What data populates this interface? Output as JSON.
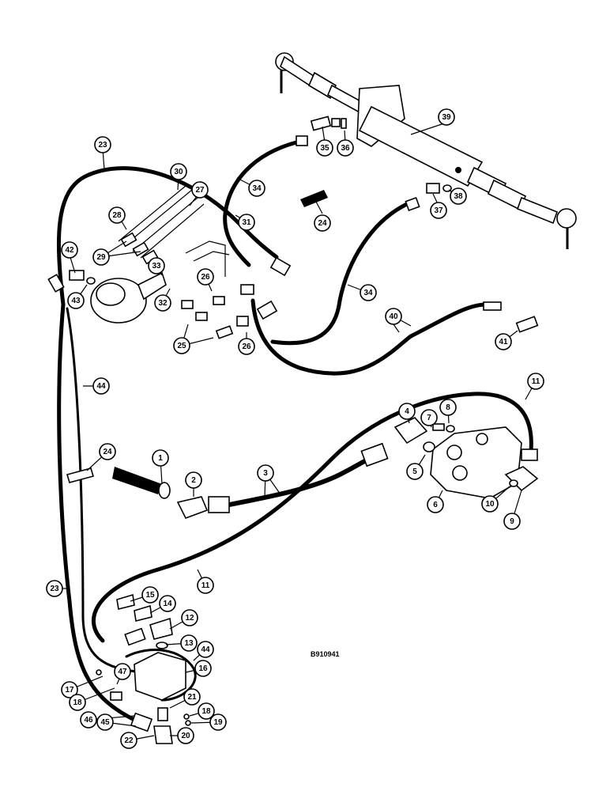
{
  "drawing": {
    "reference_code": "B910941"
  },
  "callouts": [
    {
      "id": "c1",
      "label": "1"
    },
    {
      "id": "c2",
      "label": "2"
    },
    {
      "id": "c3",
      "label": "3"
    },
    {
      "id": "c4",
      "label": "4"
    },
    {
      "id": "c5",
      "label": "5"
    },
    {
      "id": "c6",
      "label": "6"
    },
    {
      "id": "c7",
      "label": "7"
    },
    {
      "id": "c8",
      "label": "8"
    },
    {
      "id": "c9",
      "label": "9"
    },
    {
      "id": "c10",
      "label": "10"
    },
    {
      "id": "c11a",
      "label": "11"
    },
    {
      "id": "c11b",
      "label": "11"
    },
    {
      "id": "c12",
      "label": "12"
    },
    {
      "id": "c13",
      "label": "13"
    },
    {
      "id": "c14",
      "label": "14"
    },
    {
      "id": "c15",
      "label": "15"
    },
    {
      "id": "c16",
      "label": "16"
    },
    {
      "id": "c17",
      "label": "17"
    },
    {
      "id": "c18a",
      "label": "18"
    },
    {
      "id": "c18b",
      "label": "18"
    },
    {
      "id": "c19",
      "label": "19"
    },
    {
      "id": "c20",
      "label": "20"
    },
    {
      "id": "c21",
      "label": "21"
    },
    {
      "id": "c22",
      "label": "22"
    },
    {
      "id": "c23a",
      "label": "23"
    },
    {
      "id": "c23b",
      "label": "23"
    },
    {
      "id": "c24a",
      "label": "24"
    },
    {
      "id": "c24b",
      "label": "24"
    },
    {
      "id": "c25",
      "label": "25"
    },
    {
      "id": "c26a",
      "label": "26"
    },
    {
      "id": "c26b",
      "label": "26"
    },
    {
      "id": "c27",
      "label": "27"
    },
    {
      "id": "c28",
      "label": "28"
    },
    {
      "id": "c29",
      "label": "29"
    },
    {
      "id": "c30",
      "label": "30"
    },
    {
      "id": "c31",
      "label": "31"
    },
    {
      "id": "c32",
      "label": "32"
    },
    {
      "id": "c33",
      "label": "33"
    },
    {
      "id": "c34a",
      "label": "34"
    },
    {
      "id": "c34b",
      "label": "34"
    },
    {
      "id": "c35",
      "label": "35"
    },
    {
      "id": "c36",
      "label": "36"
    },
    {
      "id": "c37",
      "label": "37"
    },
    {
      "id": "c38",
      "label": "38"
    },
    {
      "id": "c39",
      "label": "39"
    },
    {
      "id": "c40",
      "label": "40"
    },
    {
      "id": "c41",
      "label": "41"
    },
    {
      "id": "c42",
      "label": "42"
    },
    {
      "id": "c43",
      "label": "43"
    },
    {
      "id": "c44a",
      "label": "44"
    },
    {
      "id": "c44b",
      "label": "44"
    },
    {
      "id": "c45",
      "label": "45"
    },
    {
      "id": "c46",
      "label": "46"
    },
    {
      "id": "c47",
      "label": "47"
    }
  ]
}
